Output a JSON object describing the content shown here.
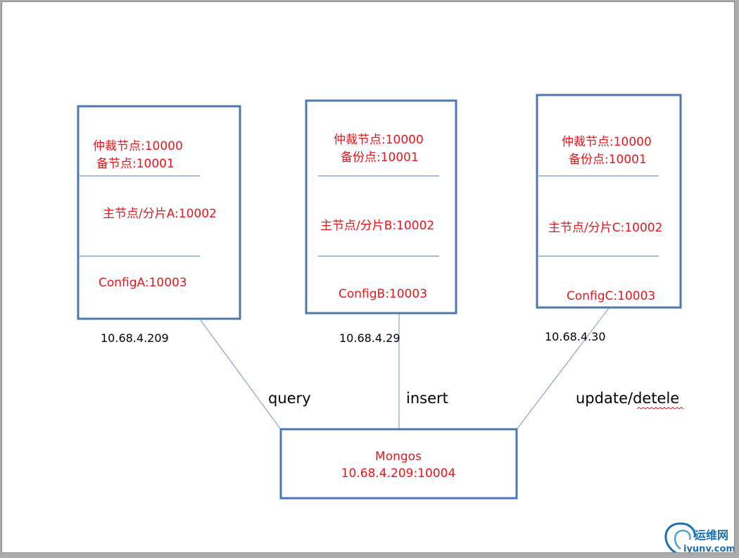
{
  "shards": [
    {
      "id": "a",
      "arbiter": "仲裁节点:10000",
      "backup": "备节点:10001",
      "primary": "主节点/分片A:10002",
      "config": "ConfigA:10003",
      "ip": "10.68.4.209"
    },
    {
      "id": "b",
      "arbiter": "仲裁节点:10000",
      "backup": "备份点:10001",
      "primary": "主节点/分片B:10002",
      "config": "ConfigB:10003",
      "ip": "10.68.4.29"
    },
    {
      "id": "c",
      "arbiter": "仲裁节点:10000",
      "backup": "备份点:10001",
      "primary": "主节点/分片C:10002",
      "config": "ConfigC:10003",
      "ip": "10.68.4.30"
    }
  ],
  "mongos": {
    "name": "Mongos",
    "address": "10.68.4.209:10004"
  },
  "operations": {
    "left": "query",
    "middle": "insert",
    "right": "update/detele"
  },
  "watermark": {
    "name_cn": "运维网",
    "domain": "iyunv.com"
  },
  "colors": {
    "node_border": "#4a78b3",
    "node_text": "#e8151b",
    "connector": "#6b93c4",
    "watermark": "#1c6fb5"
  }
}
